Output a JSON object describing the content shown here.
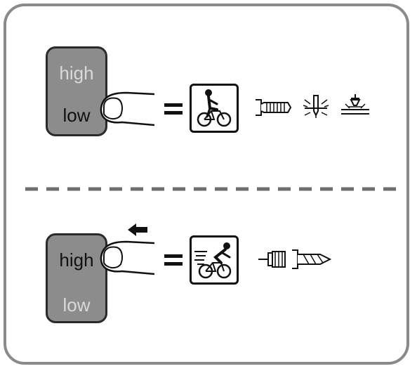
{
  "top_panel": {
    "switch": {
      "high_label": "high",
      "low_label": "low",
      "selected": "low"
    },
    "equals": "=",
    "mode_icon": "cyclist-slow-icon",
    "application_icons": [
      "screw-icon",
      "chisel-spark-icon",
      "welding-icon"
    ]
  },
  "bottom_panel": {
    "switch": {
      "high_label": "high",
      "low_label": "low",
      "selected": "high"
    },
    "push_direction_icon": "arrow-left-icon",
    "equals": "=",
    "mode_icon": "cyclist-fast-icon",
    "application_icons": [
      "hole-saw-icon",
      "drill-bit-icon"
    ]
  },
  "colors": {
    "frame": "#8a8a8a",
    "switch_fill": "#8c8c8c",
    "ink": "#111111",
    "dim_text": "#d9d9d9",
    "divider": "#6e6e6e"
  }
}
